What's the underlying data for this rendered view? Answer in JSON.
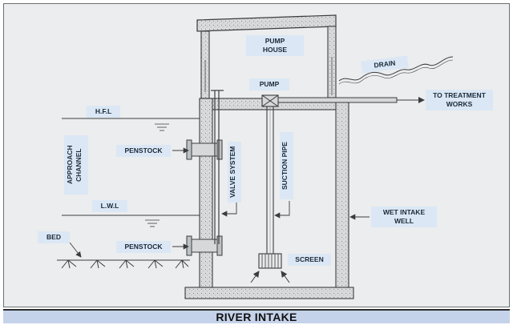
{
  "labels": {
    "pump_house": "PUMP\nHOUSE",
    "drain": "DRAIN",
    "pump": "PUMP",
    "to_treatment_works": "TO TREATMENT\nWORKS",
    "hfl": "H.F.L",
    "penstock_upper": "PENSTOCK",
    "valve_system": "VALVE SYSTEM",
    "suction_pipe": "SUCTION PIPE",
    "approach_channel": "APPROACH\nCHANNEL",
    "lwl": "L.W.L",
    "wet_intake_well": "WET INTAKE\nWELL",
    "bed": "BED",
    "penstock_lower": "PENSTOCK",
    "screen": "SCREEN"
  },
  "caption": "RIVER INTAKE",
  "colors": {
    "label_bg": "#dbe7f5",
    "caption_bg": "#c5d3ea",
    "paper": "#ecedee",
    "ink": "#3a3d40"
  }
}
